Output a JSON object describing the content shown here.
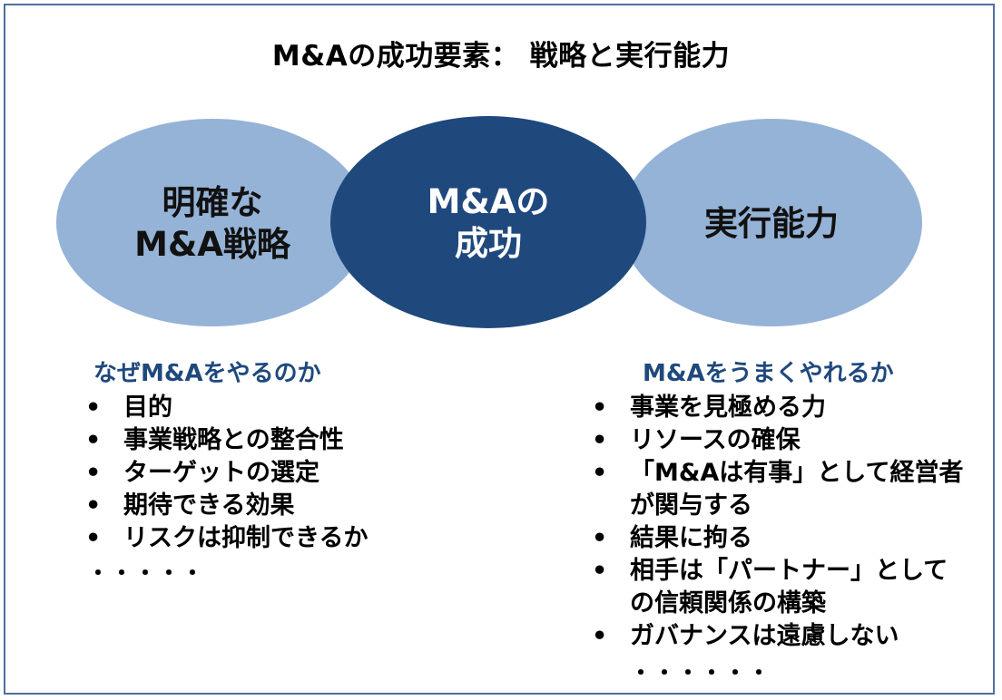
{
  "title": "M&Aの成功要素： 戦略と実行能力",
  "circles": {
    "left": "明確な\nM&A戦略",
    "center": "M&Aの\n成功",
    "right": "実行能力"
  },
  "colors": {
    "outer_circle": "#95b3d7",
    "center_circle": "#1f497d",
    "heading": "#1f497d",
    "frame": "#4f6f9f"
  },
  "left_column": {
    "heading": "なぜM&Aをやるのか",
    "bullet": "•",
    "items": [
      "目的",
      "事業戦略との整合性",
      "ターゲットの選定",
      "期待できる効果",
      "リスクは抑制できるか"
    ],
    "ellipsis": "・・・・・"
  },
  "right_column": {
    "heading": "M&Aをうまくやれるか",
    "bullet": "•",
    "items": [
      "事業を見極める力",
      "リソースの確保",
      "「M&Aは有事」として経営者\nが関与する",
      "結果に拘る",
      "相手は「パートナー」として\nの信頼関係の構築",
      "ガバナンスは遠慮しない"
    ],
    "ellipsis": "・・・・・・"
  }
}
